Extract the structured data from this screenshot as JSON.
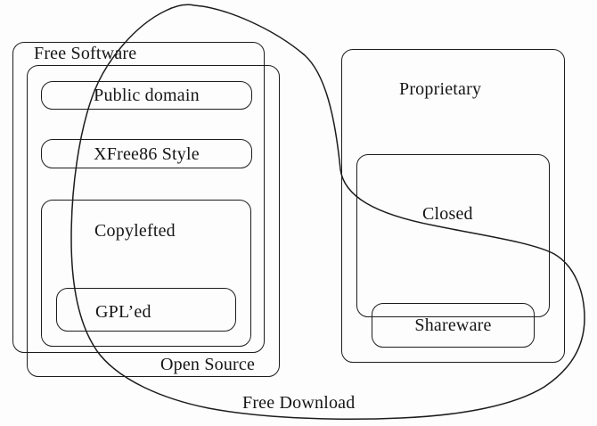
{
  "diagram": {
    "background_color": "#fdfdfd",
    "stroke_color": "#1c1c1c",
    "labels": {
      "free_software": "Free Software",
      "open_source": "Open Source",
      "public_domain": "Public domain",
      "xfree86": "XFree86 Style",
      "copylefted": "Copylefted",
      "gpl": "GPL’ed",
      "proprietary": "Proprietary",
      "closed": "Closed",
      "shareware": "Shareware",
      "free_download": "Free Download"
    }
  }
}
